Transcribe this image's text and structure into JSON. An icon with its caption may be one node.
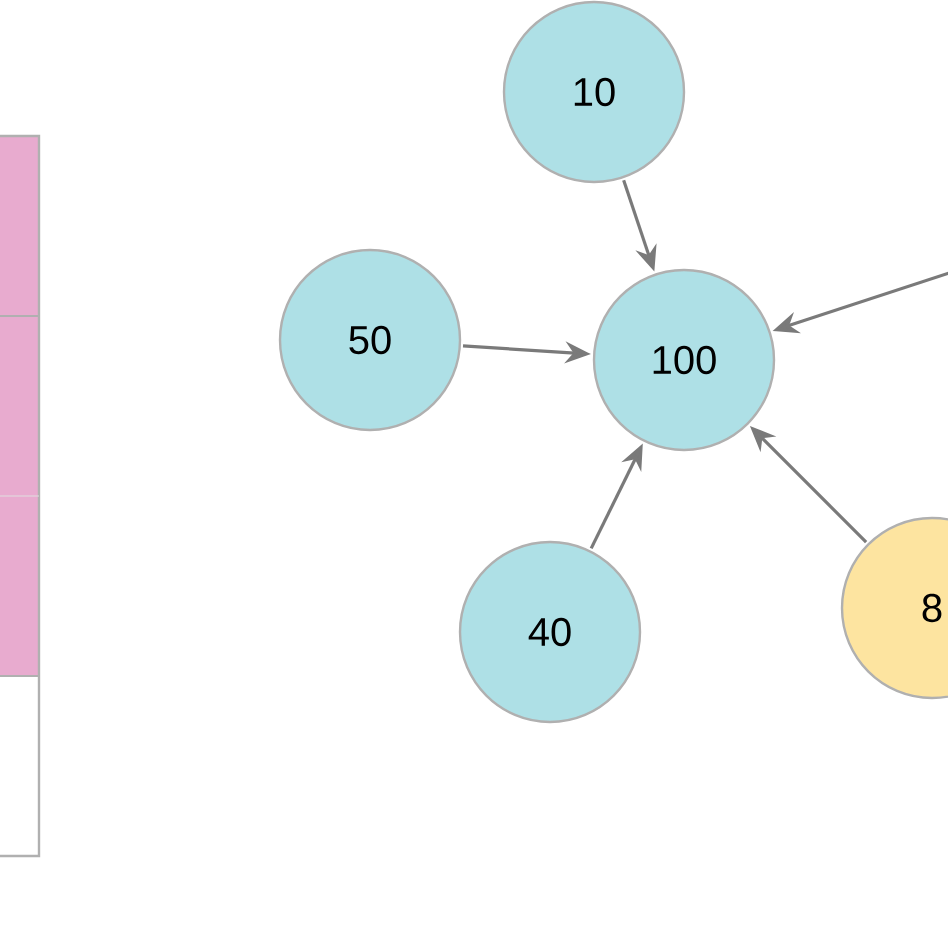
{
  "diagram": {
    "nodes": [
      {
        "text": [
          "10"
        ]
      },
      {
        "text": [
          "50"
        ]
      },
      {
        "text": [
          "100"
        ]
      },
      {
        "text": [
          "40"
        ]
      },
      {
        "text": [
          "8"
        ]
      }
    ],
    "edges": [
      {
        "from": 0,
        "to": 2,
        "arrow": "to"
      },
      {
        "from": null,
        "to": 2,
        "arrow": "to"
      },
      {
        "from": 1,
        "to": 2,
        "arrow": "to"
      },
      {
        "from": 3,
        "to": 2,
        "arrow": "to"
      },
      {
        "from": 4,
        "to": 2,
        "arrow": "to"
      }
    ]
  }
}
